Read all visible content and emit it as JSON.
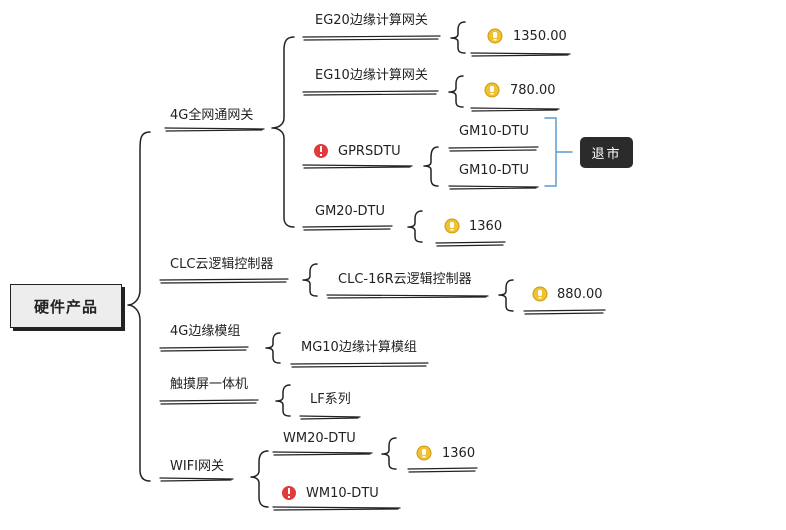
{
  "root": {
    "label": "硬件产品"
  },
  "branches": {
    "gw4g": {
      "label": "4G全网通网关",
      "eg20": {
        "label": "EG20边缘计算网关",
        "price": "1350.00"
      },
      "eg10": {
        "label": "EG10边缘计算网关",
        "price": "780.00"
      },
      "gprsdtu": {
        "label": "GPRSDTU",
        "sub1": "GM10-DTU",
        "sub2": "GM10-DTU",
        "tag": "退市"
      },
      "gm20": {
        "label": "GM20-DTU",
        "price": "1360"
      }
    },
    "clc": {
      "label": "CLC云逻辑控制器",
      "clc16r": {
        "label": "CLC-16R云逻辑控制器",
        "price": "880.00"
      }
    },
    "edge4g": {
      "label": "4G边缘模组",
      "mg10": {
        "label": "MG10边缘计算模组"
      }
    },
    "touch": {
      "label": "触摸屏一体机",
      "lf": {
        "label": "LF系列"
      }
    },
    "wifi": {
      "label": "WIFI网关",
      "wm20": {
        "label": "WM20-DTU",
        "price": "1360"
      },
      "wm10": {
        "label": "WM10-DTU"
      }
    }
  },
  "colors": {
    "price_bulb": "#f2c12e",
    "warning": "#e03a3a",
    "bracket_blue": "#5a9bd5",
    "tag_bg": "#2b2b2b"
  }
}
